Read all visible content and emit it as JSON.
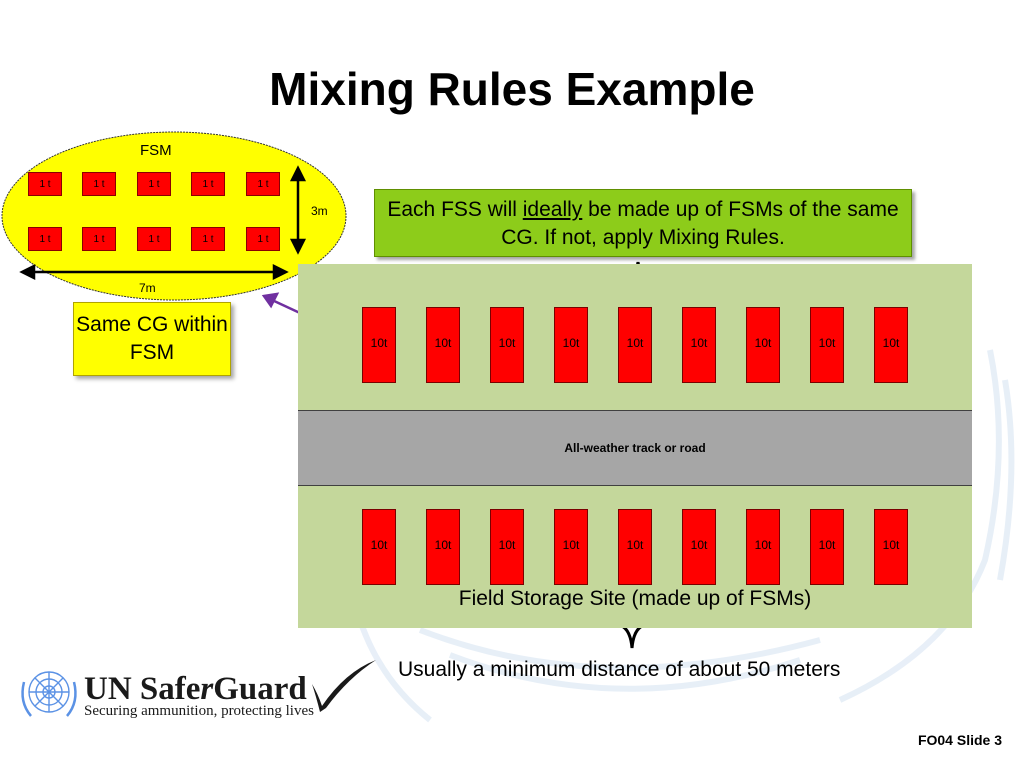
{
  "slide": {
    "title": "Mixing Rules Example",
    "slide_number": "FO04 Slide 3"
  },
  "fsm": {
    "label": "FSM",
    "cell_label": "1 t",
    "rows": 2,
    "cols": 5,
    "height_label": "3m",
    "width_label": "7m"
  },
  "callouts": {
    "same_cg": "Same CG within FSM",
    "fss_pre": "Each FSS will ",
    "fss_emphasis": "ideally",
    "fss_post": " be made up of FSMs of the same CG. If not, apply Mixing Rules."
  },
  "site": {
    "road_label": "All-weather track or road",
    "cell_label": "10t",
    "cells_per_row": 9,
    "rows": 2,
    "site_label": "Field Storage Site (made up of FSMs)",
    "distance_note": "Usually a minimum distance of about 50 meters"
  },
  "logo": {
    "brand_pre": "UN Safe",
    "brand_italic": "r",
    "brand_post": "Guard",
    "tagline": "Securing ammunition, protecting lives"
  },
  "colors": {
    "ellipse_fill": "#ffff00",
    "cell_red": "#ff0000",
    "panel_green": "#c4d79b",
    "road_grey": "#a6a6a6",
    "callout_green": "#8dcc1a",
    "arrow_purple": "#7030a0"
  }
}
